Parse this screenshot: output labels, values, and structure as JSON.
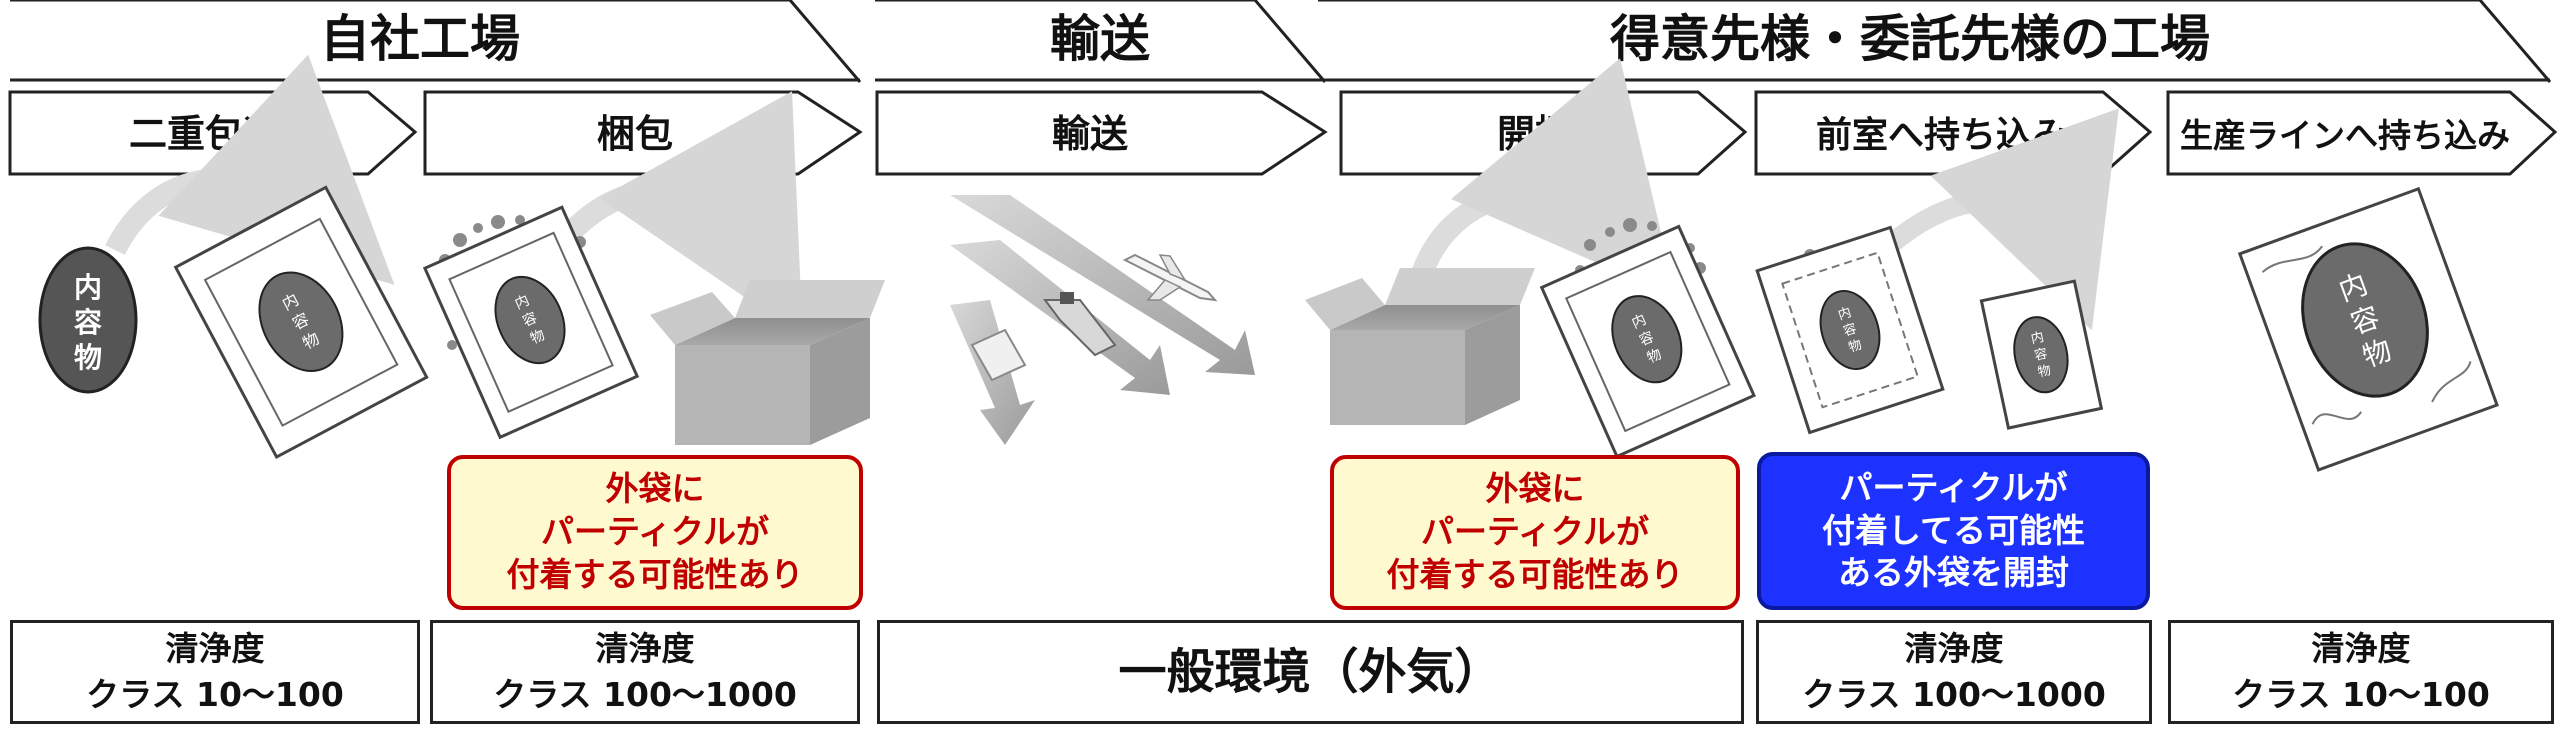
{
  "phases": [
    {
      "label": "自社工場"
    },
    {
      "label": "輸送"
    },
    {
      "label": "得意先様・委託先様の工場"
    }
  ],
  "steps": [
    {
      "label": "二重包装"
    },
    {
      "label": "梱包"
    },
    {
      "label": "輸送"
    },
    {
      "label": "開梱"
    },
    {
      "label": "前室へ持ち込み"
    },
    {
      "label": "生産ラインへ持ち込み"
    }
  ],
  "contents_label": [
    "内",
    "容",
    "物"
  ],
  "notes": [
    {
      "lines": [
        "外袋に",
        "パーティクルが",
        "付着する可能性あり"
      ],
      "style": "yellow"
    },
    {
      "lines": [
        "外袋に",
        "パーティクルが",
        "付着する可能性あり"
      ],
      "style": "yellow"
    },
    {
      "lines": [
        "パーティクルが",
        "付着してる可能性",
        "ある外袋を開封"
      ],
      "style": "blue"
    }
  ],
  "cleanliness": [
    {
      "line1": "清浄度",
      "line2": "クラス 10～100"
    },
    {
      "line1": "清浄度",
      "line2": "クラス 100～1000"
    },
    {
      "line1": "一般環境（外気）"
    },
    {
      "line1": "清浄度",
      "line2": "クラス 100～1000"
    },
    {
      "line1": "清浄度",
      "line2": "クラス 10～100"
    }
  ],
  "colors": {
    "note_yellow_bg": "#fff9cf",
    "note_red": "#c00000",
    "note_blue": "#1e32ff",
    "box_gray": "#b5b5b5",
    "oval_gray": "#6b6b6b"
  }
}
